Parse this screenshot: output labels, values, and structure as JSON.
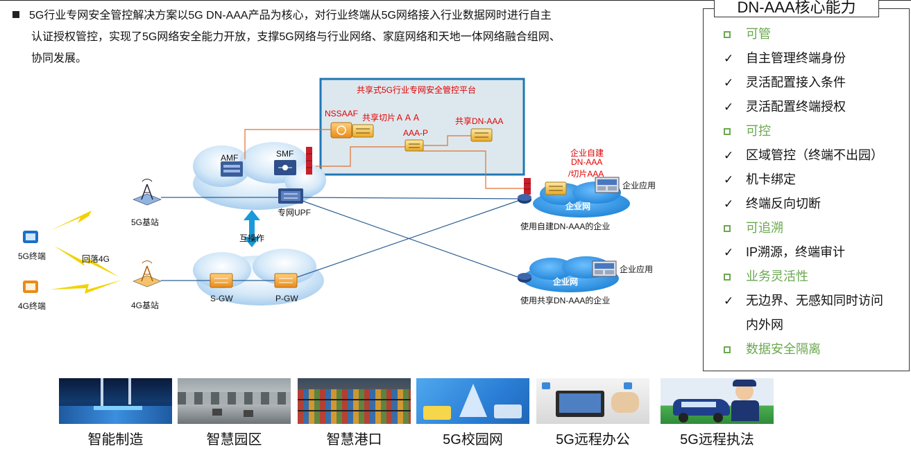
{
  "intro": {
    "line1": "5G行业专网安全管控解决方案以5G DN-AAA产品为核心，对行业终端从5G网络接入行业数据网时进行自主",
    "line2": "认证授权管控，实现了5G网络安全能力开放，支撑5G网络与行业网络、家庭网络和天地一体网络融合组网、",
    "line3": "协同发展。"
  },
  "panel": {
    "title": "DN-AAA核心能力",
    "rows": [
      {
        "kind": "head",
        "text": "可管"
      },
      {
        "kind": "item",
        "text": "自主管理终端身份"
      },
      {
        "kind": "item",
        "text": "灵活配置接入条件"
      },
      {
        "kind": "item",
        "text": "灵活配置终端授权"
      },
      {
        "kind": "head",
        "text": "可控"
      },
      {
        "kind": "item",
        "text": "区域管控（终端不出园）"
      },
      {
        "kind": "item",
        "text": "机卡绑定"
      },
      {
        "kind": "item",
        "text": "终端反向切断"
      },
      {
        "kind": "head",
        "text": "可追溯"
      },
      {
        "kind": "item",
        "text": "IP溯源，终端审计"
      },
      {
        "kind": "head",
        "text": "业务灵活性"
      },
      {
        "kind": "item",
        "text": "无边界、无感知同时访问"
      },
      {
        "kind": "cont",
        "text": "内外网"
      },
      {
        "kind": "head",
        "text": "数据安全隔离"
      }
    ]
  },
  "diagram": {
    "platform_title": "共享式5G行业专网安全管控平台",
    "nssaaf": "NSSAAF",
    "shared_slice_aaa": "共享切片ＡＡＡ",
    "aaa_p": "AAA-P",
    "shared_dn_aaa": "共享DN-AAA",
    "amf": "AMF",
    "smf": "SMF",
    "upf": "专网UPF",
    "base_5g": "5G基站",
    "base_4g": "4G基站",
    "term_5g": "5G终端",
    "term_4g": "4G终端",
    "fallback": "回落4G",
    "interop": "互操作",
    "sgw": "S-GW",
    "pgw": "P-GW",
    "self_aaa_l1": "企业自建",
    "self_aaa_l2": "DN-AAA",
    "self_aaa_l3": "/切片AAA",
    "ent_app_1": "企业应用",
    "ent_app_2": "企业应用",
    "ent_net_1": "企业网",
    "ent_net_2": "企业网",
    "ent_cap_1": "使用自建DN-AAA的企业",
    "ent_cap_2": "使用共享DN-AAA的企业"
  },
  "scenarios": [
    "智能制造",
    "智慧园区",
    "智慧港口",
    "5G校园网",
    "5G远程办公",
    "5G远程执法"
  ],
  "colors": {
    "accent_green": "#6aa84f",
    "platform_border": "#1f77b4",
    "platform_fill": "#dde8ee",
    "cloud_blue": "#3a9ee8",
    "link_orange": "#e07030",
    "link_blue": "#2c5f93",
    "red_label": "#e00000",
    "lightning": "#f2d200"
  }
}
